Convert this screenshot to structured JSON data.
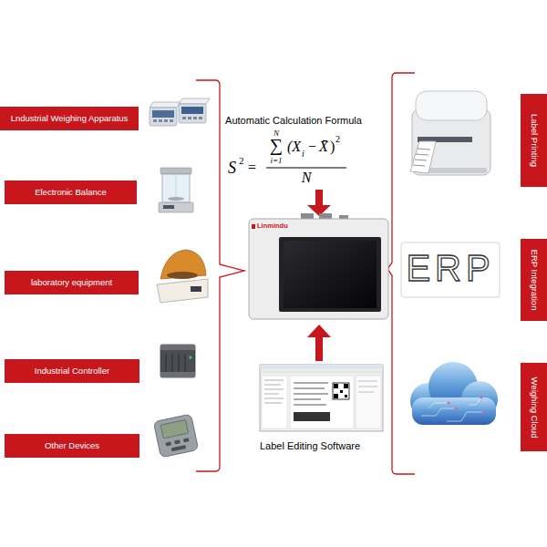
{
  "diagram": {
    "nodes": [
      {
        "text": [
          "Lndustrial Weighing Apparatus"
        ]
      },
      {
        "text": [
          "Electronic Balance"
        ]
      },
      {
        "text": [
          "laboratory equipment"
        ]
      },
      {
        "text": [
          "Industrial Controller"
        ]
      },
      {
        "text": [
          "Other Devices"
        ]
      },
      {
        "text": [
          "Label Printing"
        ]
      },
      {
        "text": [
          "ERP Integration"
        ]
      },
      {
        "text": [
          "Weighing Cloud"
        ]
      }
    ],
    "labels": [
      "Automatic Calculation Formula",
      "S",
      "2",
      "=",
      "N",
      "∑",
      "i=1",
      "(X",
      "i",
      "−",
      "X̄",
      ")",
      "2",
      "N",
      "Linmindu",
      "ERP",
      "Label Editing Software"
    ]
  }
}
